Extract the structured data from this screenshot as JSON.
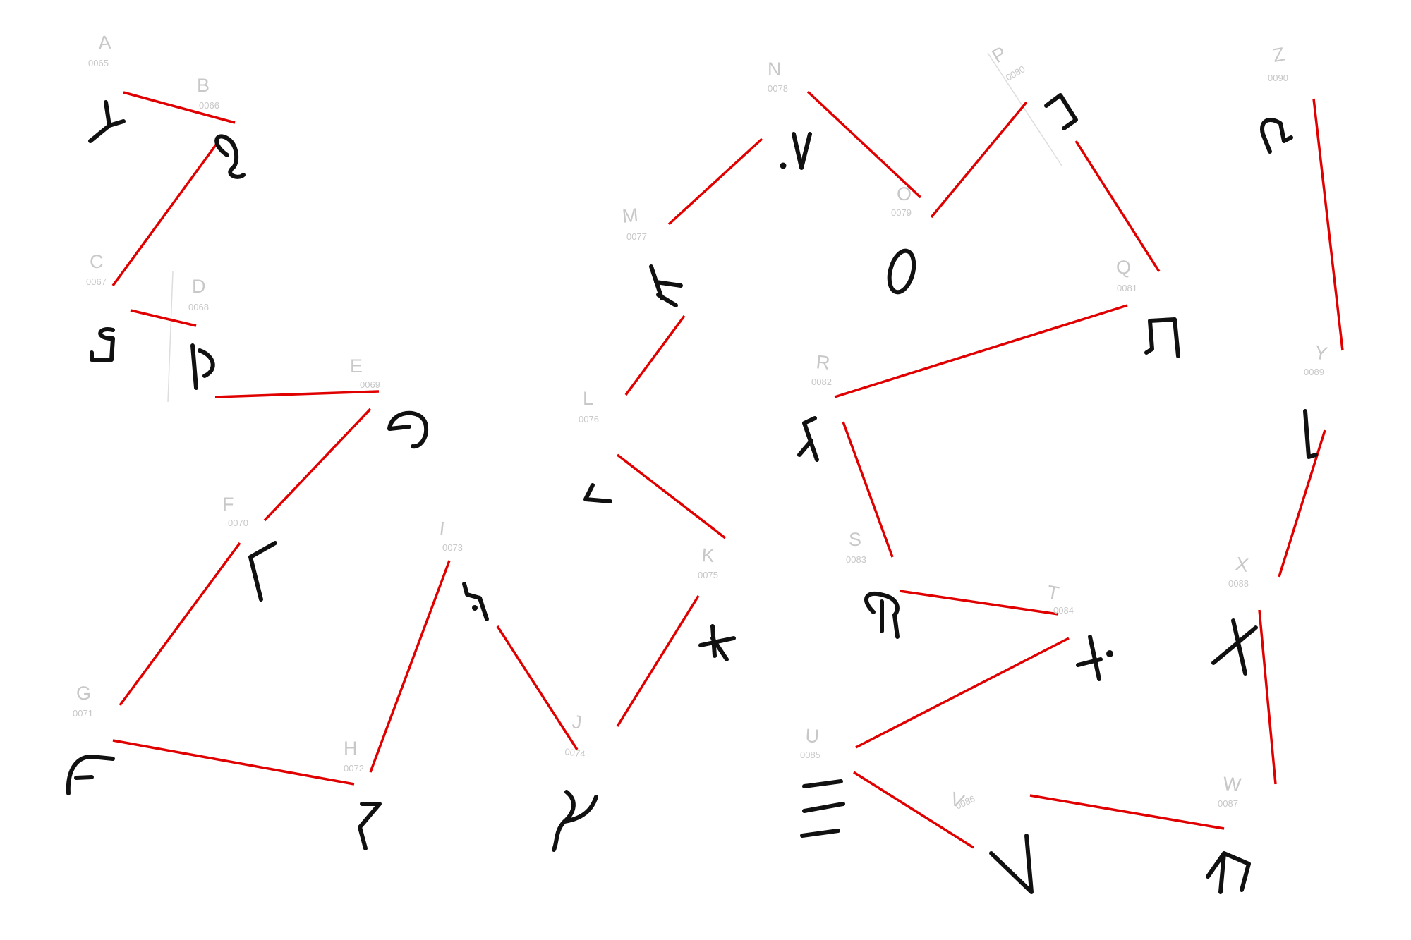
{
  "colors": {
    "background": "#ffffff",
    "label": "#c8c8c8",
    "glyph": "#111111",
    "edge": "#e00000"
  },
  "nodes": [
    {
      "id": "A",
      "letter": "A",
      "code": "0065"
    },
    {
      "id": "B",
      "letter": "B",
      "code": "0066"
    },
    {
      "id": "C",
      "letter": "C",
      "code": "0067"
    },
    {
      "id": "D",
      "letter": "D",
      "code": "0068"
    },
    {
      "id": "E",
      "letter": "E",
      "code": "0069"
    },
    {
      "id": "F",
      "letter": "F",
      "code": "0070"
    },
    {
      "id": "G",
      "letter": "G",
      "code": "0071"
    },
    {
      "id": "H",
      "letter": "H",
      "code": "0072"
    },
    {
      "id": "I",
      "letter": "I",
      "code": "0073"
    },
    {
      "id": "J",
      "letter": "J",
      "code": "0074"
    },
    {
      "id": "K",
      "letter": "K",
      "code": "0075"
    },
    {
      "id": "L",
      "letter": "L",
      "code": "0076"
    },
    {
      "id": "M",
      "letter": "M",
      "code": "0077"
    },
    {
      "id": "N",
      "letter": "N",
      "code": "0078"
    },
    {
      "id": "O",
      "letter": "O",
      "code": "0079"
    },
    {
      "id": "P",
      "letter": "P",
      "code": "0080"
    },
    {
      "id": "Q",
      "letter": "Q",
      "code": "0081"
    },
    {
      "id": "R",
      "letter": "R",
      "code": "0082"
    },
    {
      "id": "S",
      "letter": "S",
      "code": "0083"
    },
    {
      "id": "T",
      "letter": "T",
      "code": "0084"
    },
    {
      "id": "U",
      "letter": "U",
      "code": "0085"
    },
    {
      "id": "V",
      "letter": "V",
      "code": "0086"
    },
    {
      "id": "W",
      "letter": "W",
      "code": "0087"
    },
    {
      "id": "X",
      "letter": "X",
      "code": "0088"
    },
    {
      "id": "Y",
      "letter": "Y",
      "code": "0089"
    },
    {
      "id": "Z",
      "letter": "Z",
      "code": "0090"
    }
  ],
  "connections": [
    [
      "A",
      "B"
    ],
    [
      "B",
      "C"
    ],
    [
      "C",
      "D"
    ],
    [
      "D",
      "E"
    ],
    [
      "E",
      "F"
    ],
    [
      "F",
      "G"
    ],
    [
      "G",
      "H"
    ],
    [
      "H",
      "I"
    ],
    [
      "I",
      "J"
    ],
    [
      "J",
      "K"
    ],
    [
      "K",
      "L"
    ],
    [
      "L",
      "M"
    ],
    [
      "M",
      "N"
    ],
    [
      "N",
      "O"
    ],
    [
      "O",
      "P"
    ],
    [
      "P",
      "Q"
    ],
    [
      "Q",
      "R"
    ],
    [
      "R",
      "S"
    ],
    [
      "S",
      "T"
    ],
    [
      "T",
      "U"
    ],
    [
      "U",
      "V"
    ],
    [
      "V",
      "W"
    ],
    [
      "W",
      "X"
    ],
    [
      "X",
      "Y"
    ],
    [
      "Y",
      "Z"
    ]
  ]
}
